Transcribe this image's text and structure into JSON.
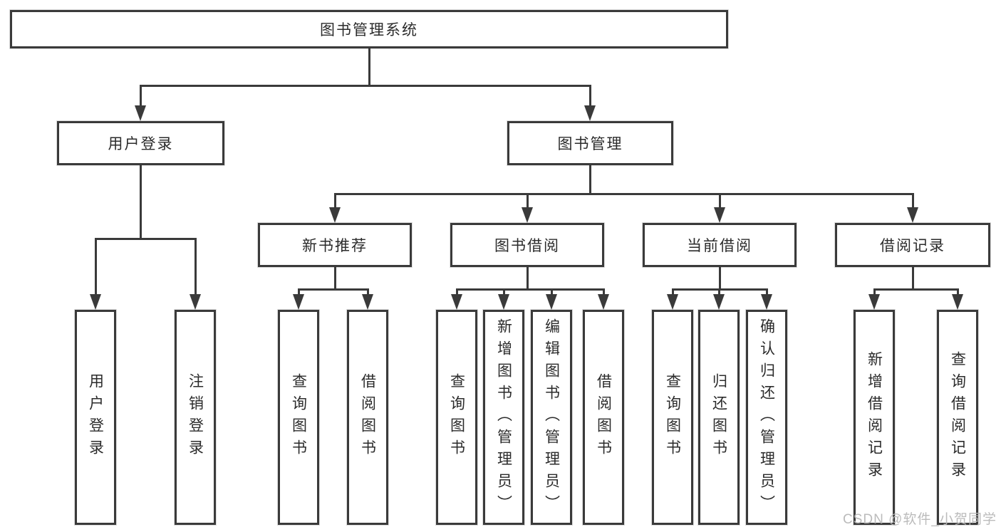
{
  "tree": {
    "root": {
      "label": "图书管理系统",
      "children": [
        {
          "label": "用户登录",
          "children": [
            {
              "label": "用户登录"
            },
            {
              "label": "注销登录"
            }
          ]
        },
        {
          "label": "图书管理",
          "children": [
            {
              "label": "新书推荐",
              "children": [
                {
                  "label": "查询图书"
                },
                {
                  "label": "借阅图书"
                }
              ]
            },
            {
              "label": "图书借阅",
              "children": [
                {
                  "label": "查询图书"
                },
                {
                  "label": "新增图书（管理员）"
                },
                {
                  "label": "编辑图书（管理员）"
                },
                {
                  "label": "借阅图书"
                }
              ]
            },
            {
              "label": "当前借阅",
              "children": [
                {
                  "label": "查询图书"
                },
                {
                  "label": "归还图书"
                },
                {
                  "label": "确认归还（管理员）"
                }
              ]
            },
            {
              "label": "借阅记录",
              "children": [
                {
                  "label": "新增借阅记录"
                },
                {
                  "label": "查询借阅记录"
                }
              ]
            }
          ]
        }
      ]
    }
  },
  "watermark": {
    "text": "CSDN @软件_小贺同学"
  },
  "colors": {
    "line": "#3a3a3a",
    "text": "#2b2b2b",
    "box_background": "#ffffff",
    "page_background": "#ffffff",
    "watermark": "#b8b8b8"
  }
}
